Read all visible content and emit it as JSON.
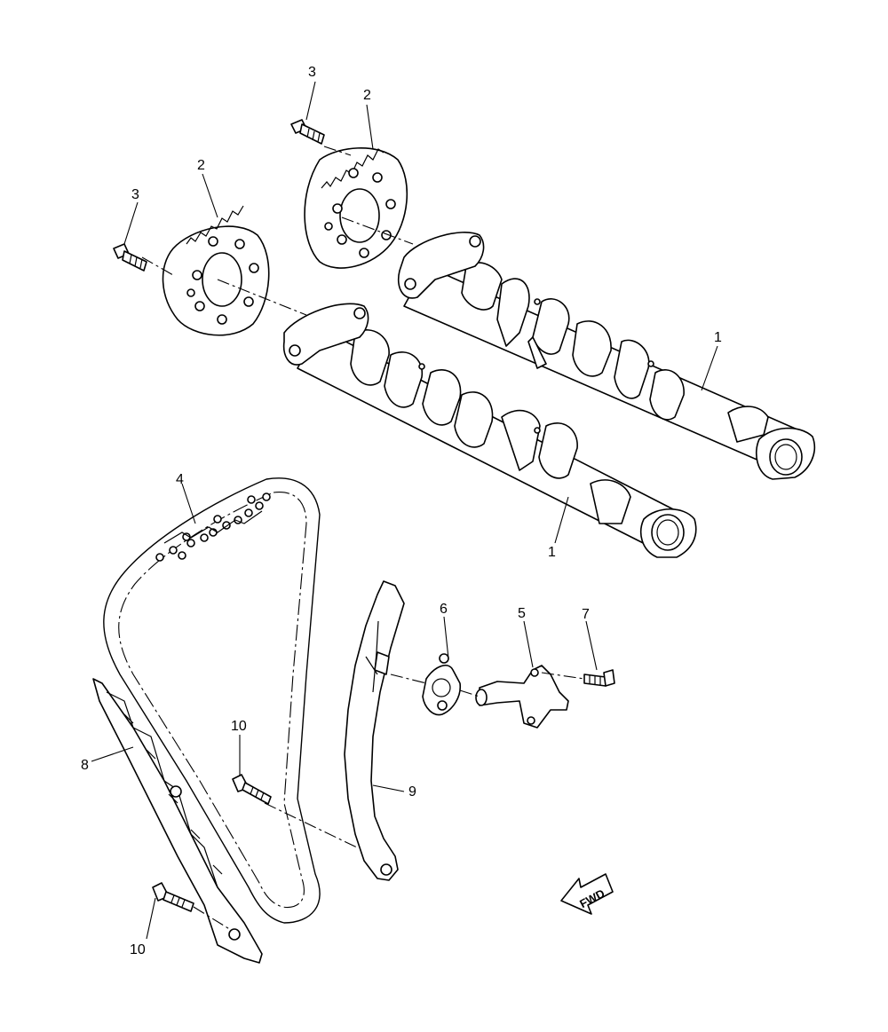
{
  "callouts": {
    "c1a": "1",
    "c1b": "1",
    "c2a": "2",
    "c2b": "2",
    "c3a": "3",
    "c3b": "3",
    "c4": "4",
    "c5": "5",
    "c6": "6",
    "c7": "7",
    "c8": "8",
    "c9": "9",
    "c10a": "10",
    "c10b": "10"
  },
  "fwd_badge": "FWD"
}
